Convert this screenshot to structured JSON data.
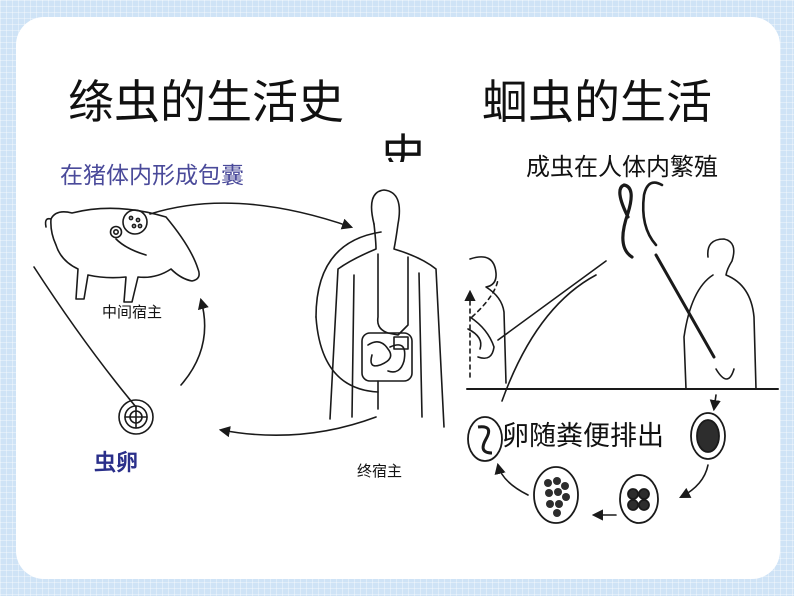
{
  "slide": {
    "title_left": "绦虫的生活史",
    "title_right_line1": "蛔虫的生活",
    "title_right_line2": "史"
  },
  "tapeworm_diagram": {
    "cyst_label": "在猪体内形成包囊",
    "intermediate_host_label": "中间宿主",
    "final_host_label": "终宿主",
    "egg_label": "虫卵",
    "colors": {
      "cyst_label": "#4a4a9a",
      "egg_label": "#2a2f8a",
      "line": "#1a1a1a"
    }
  },
  "roundworm_diagram": {
    "adult_label": "成虫在人体内繁殖",
    "egg_label": "卵随粪便排出",
    "colors": {
      "text": "#111111",
      "line": "#1a1a1a"
    }
  }
}
